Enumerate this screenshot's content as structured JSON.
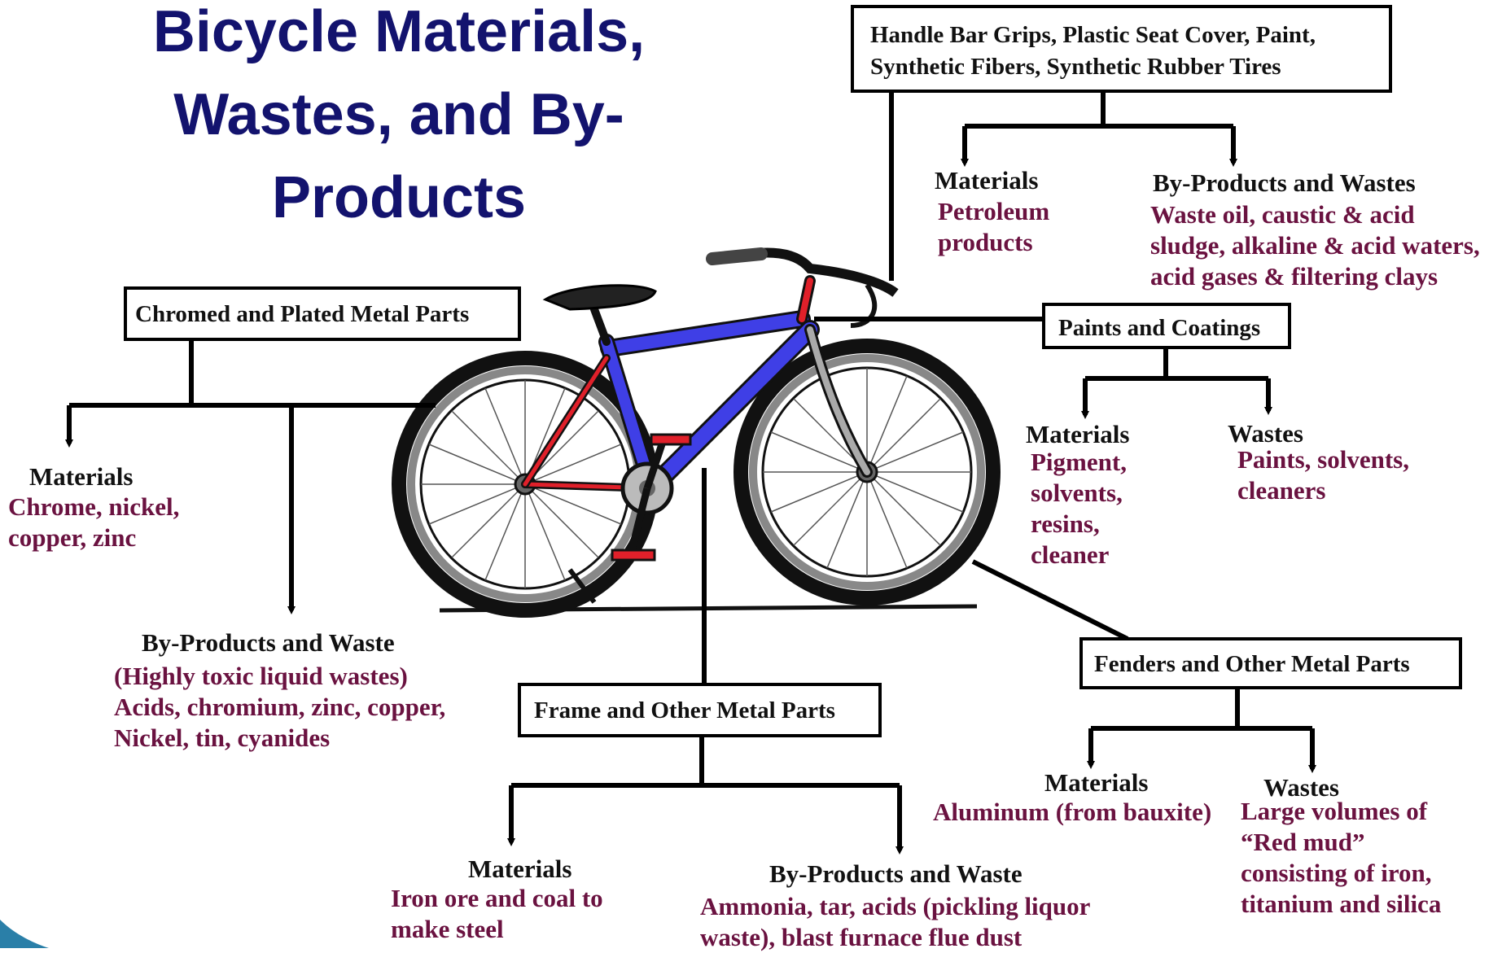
{
  "title": "Bicycle Materials, Wastes, and By-Products",
  "colors": {
    "title": "#13136e",
    "items": "#6a1240",
    "bike_frame": "#3f3fe6",
    "bike_accent": "#e0202a"
  },
  "handlebar": {
    "box_label": "Handle Bar Grips, Plastic Seat Cover, Paint, Synthetic Fibers, Synthetic Rubber Tires",
    "materials_heading": "Materials",
    "materials_text": "Petroleum\nproducts",
    "byproducts_heading": "By-Products and Wastes",
    "byproducts_text": "Waste oil, caustic & acid\nsludge, alkaline & acid waters,\nacid gases & filtering clays"
  },
  "chromed": {
    "box_label": "Chromed and Plated Metal Parts",
    "materials_heading": "Materials",
    "materials_text": "Chrome, nickel,\n copper, zinc",
    "byproducts_heading": "By-Products and Waste",
    "byproducts_text": "(Highly toxic liquid wastes)\nAcids, chromium, zinc, copper,\nNickel, tin, cyanides"
  },
  "paints": {
    "box_label": "Paints and Coatings",
    "materials_heading": "Materials",
    "materials_text": "Pigment,\nsolvents,\nresins,\ncleaner",
    "wastes_heading": "Wastes",
    "wastes_text": "Paints, solvents,\ncleaners"
  },
  "frame": {
    "box_label": "Frame and Other Metal Parts",
    "materials_heading": "Materials",
    "materials_text": "Iron ore and coal to\nmake steel",
    "byproducts_heading": "By-Products and Waste",
    "byproducts_text": "Ammonia, tar, acids (pickling liquor\nwaste), blast furnace flue dust"
  },
  "fenders": {
    "box_label": "Fenders and Other Metal Parts",
    "materials_heading": "Materials",
    "materials_text": "Aluminum (from bauxite)",
    "wastes_heading": "Wastes",
    "wastes_text": "Large volumes of\n“Red mud”\nconsisting of iron,\ntitanium and silica"
  }
}
